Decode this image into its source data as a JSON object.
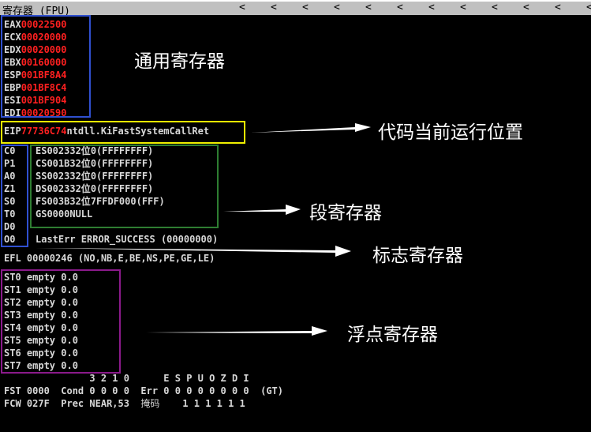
{
  "title": "寄存器 (FPU)",
  "general": [
    [
      "EAX",
      "00022500"
    ],
    [
      "ECX",
      "00020000"
    ],
    [
      "EDX",
      "00020000"
    ],
    [
      "EBX",
      "00160000"
    ],
    [
      "ESP",
      "001BF8A4"
    ],
    [
      "EBP",
      "001BF8C4"
    ],
    [
      "ESI",
      "001BF904"
    ],
    [
      "EDI",
      "00020590"
    ]
  ],
  "eip": {
    "name": "EIP",
    "value": "77736C74",
    "symbol": "ntdll.KiFastSystemCallRet"
  },
  "flags": [
    [
      "C",
      "0"
    ],
    [
      "P",
      "1"
    ],
    [
      "A",
      "0"
    ],
    [
      "Z",
      "1"
    ],
    [
      "S",
      "0"
    ],
    [
      "T",
      "0"
    ],
    [
      "D",
      "0"
    ],
    [
      "O",
      "0"
    ]
  ],
  "segments": [
    [
      "ES",
      "0023",
      "32位",
      "0(FFFFFFFF)"
    ],
    [
      "CS",
      "001B",
      "32位",
      "0(FFFFFFFF)"
    ],
    [
      "SS",
      "0023",
      "32位",
      "0(FFFFFFFF)"
    ],
    [
      "DS",
      "0023",
      "32位",
      "0(FFFFFFFF)"
    ],
    [
      "FS",
      "003B",
      "32位",
      "7FFDF000(FFF)"
    ],
    [
      "GS",
      "0000",
      "",
      "NULL"
    ]
  ],
  "lasterr": "LastErr ERROR_SUCCESS (00000000)",
  "efl": "EFL 00000246 (NO,NB,E,BE,NS,PE,GE,LE)",
  "fpu": [
    "ST0 empty 0.0",
    "ST1 empty 0.0",
    "ST2 empty 0.0",
    "ST3 empty 0.0",
    "ST4 empty 0.0",
    "ST5 empty 0.0",
    "ST6 empty 0.0",
    "ST7 empty 0.0"
  ],
  "fpu_header": "               3 2 1 0      E S P U O Z D I",
  "fst": "FST 0000  Cond 0 0 0 0  Err 0 0 0 0 0 0 0 0  (GT)",
  "fcw_a": "FCW 027F  Prec NEAR,53  ",
  "fcw_mask": "掩码",
  "fcw_b": "    1 1 1 1 1 1",
  "annotations": {
    "general": "通用寄存器",
    "eip": "代码当前运行位置",
    "segment": "段寄存器",
    "flags": "标志寄存器",
    "fpu": "浮点寄存器"
  },
  "colors": {
    "value": "#ff2020",
    "general_box": "#3050d0",
    "eip_box": "#f0f000",
    "segment_box": "#2e7d32",
    "fpu_box": "#8b1a8b"
  }
}
